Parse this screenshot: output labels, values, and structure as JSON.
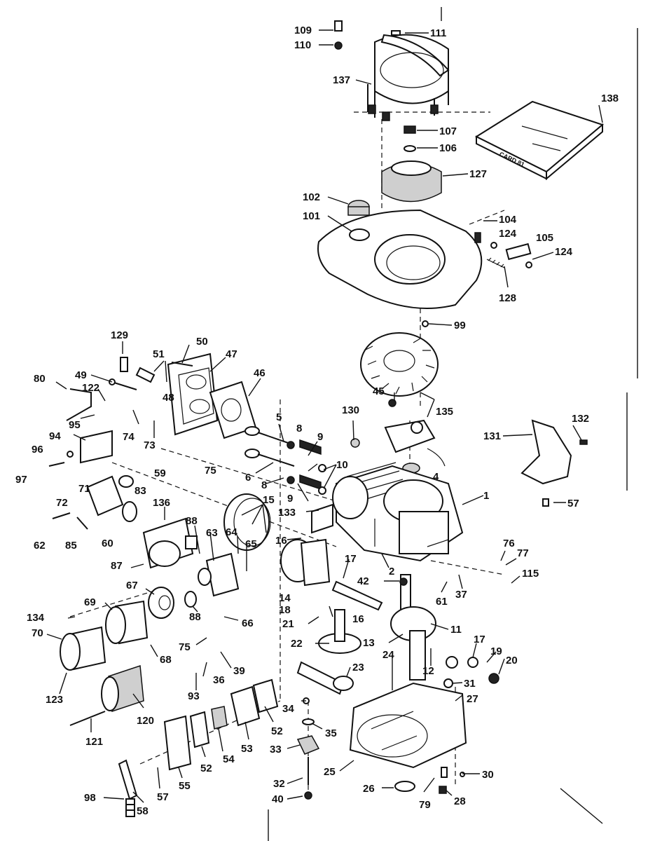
{
  "callouts": [
    {
      "id": "c109",
      "text": "109"
    },
    {
      "id": "c110",
      "text": "110"
    },
    {
      "id": "c111",
      "text": "111"
    },
    {
      "id": "c137",
      "text": "137"
    },
    {
      "id": "c138",
      "text": "138"
    },
    {
      "id": "c107",
      "text": "107"
    },
    {
      "id": "c106",
      "text": "106"
    },
    {
      "id": "c127",
      "text": "127"
    },
    {
      "id": "c102",
      "text": "102"
    },
    {
      "id": "c101",
      "text": "101"
    },
    {
      "id": "c104",
      "text": "104"
    },
    {
      "id": "c124a",
      "text": "124"
    },
    {
      "id": "c105",
      "text": "105"
    },
    {
      "id": "c124b",
      "text": "124"
    },
    {
      "id": "c128",
      "text": "128"
    },
    {
      "id": "c99",
      "text": "99"
    },
    {
      "id": "c129",
      "text": "129"
    },
    {
      "id": "c50",
      "text": "50"
    },
    {
      "id": "c51",
      "text": "51"
    },
    {
      "id": "c47",
      "text": "47"
    },
    {
      "id": "c46",
      "text": "46"
    },
    {
      "id": "c49",
      "text": "49"
    },
    {
      "id": "c48",
      "text": "48"
    },
    {
      "id": "c80",
      "text": "80"
    },
    {
      "id": "c122",
      "text": "122"
    },
    {
      "id": "c95",
      "text": "95"
    },
    {
      "id": "c74",
      "text": "74"
    },
    {
      "id": "c73",
      "text": "73"
    },
    {
      "id": "c94",
      "text": "94"
    },
    {
      "id": "c96",
      "text": "96"
    },
    {
      "id": "c97",
      "text": "97"
    },
    {
      "id": "c45",
      "text": "45"
    },
    {
      "id": "c135",
      "text": "135"
    },
    {
      "id": "c130",
      "text": "130"
    },
    {
      "id": "c5",
      "text": "5"
    },
    {
      "id": "c8a",
      "text": "8"
    },
    {
      "id": "c9a",
      "text": "9"
    },
    {
      "id": "c10",
      "text": "10"
    },
    {
      "id": "c6",
      "text": "6"
    },
    {
      "id": "c8b",
      "text": "8"
    },
    {
      "id": "c9b",
      "text": "9"
    },
    {
      "id": "c59",
      "text": "59"
    },
    {
      "id": "c75a",
      "text": "75"
    },
    {
      "id": "c72",
      "text": "72"
    },
    {
      "id": "c71",
      "text": "71"
    },
    {
      "id": "c83",
      "text": "83"
    },
    {
      "id": "c64",
      "text": "64"
    },
    {
      "id": "c15",
      "text": "15"
    },
    {
      "id": "c133",
      "text": "133"
    },
    {
      "id": "c4",
      "text": "4"
    },
    {
      "id": "c132",
      "text": "132"
    },
    {
      "id": "c131",
      "text": "131"
    },
    {
      "id": "c57a",
      "text": "57"
    },
    {
      "id": "c1",
      "text": "1"
    },
    {
      "id": "c136",
      "text": "136"
    },
    {
      "id": "c62",
      "text": "62"
    },
    {
      "id": "c85",
      "text": "85"
    },
    {
      "id": "c60",
      "text": "60"
    },
    {
      "id": "c88a",
      "text": "88"
    },
    {
      "id": "c63",
      "text": "63"
    },
    {
      "id": "c16a",
      "text": "16"
    },
    {
      "id": "c65",
      "text": "65"
    },
    {
      "id": "c87",
      "text": "87"
    },
    {
      "id": "c67",
      "text": "67"
    },
    {
      "id": "c69",
      "text": "69"
    },
    {
      "id": "c88b",
      "text": "88"
    },
    {
      "id": "c14",
      "text": "14"
    },
    {
      "id": "c18",
      "text": "18"
    },
    {
      "id": "c17a",
      "text": "17"
    },
    {
      "id": "c2",
      "text": "2"
    },
    {
      "id": "c76",
      "text": "76"
    },
    {
      "id": "c77",
      "text": "77"
    },
    {
      "id": "c115",
      "text": "115"
    },
    {
      "id": "c42",
      "text": "42"
    },
    {
      "id": "c61",
      "text": "61"
    },
    {
      "id": "c37",
      "text": "37"
    },
    {
      "id": "c134",
      "text": "134"
    },
    {
      "id": "c70",
      "text": "70"
    },
    {
      "id": "c66",
      "text": "66"
    },
    {
      "id": "c16b",
      "text": "16"
    },
    {
      "id": "c21",
      "text": "21"
    },
    {
      "id": "c11",
      "text": "11"
    },
    {
      "id": "c75b",
      "text": "75"
    },
    {
      "id": "c68",
      "text": "68"
    },
    {
      "id": "c22",
      "text": "22"
    },
    {
      "id": "c13",
      "text": "13"
    },
    {
      "id": "c17b",
      "text": "17"
    },
    {
      "id": "c19",
      "text": "19"
    },
    {
      "id": "c20",
      "text": "20"
    },
    {
      "id": "c24",
      "text": "24"
    },
    {
      "id": "c39",
      "text": "39"
    },
    {
      "id": "c12",
      "text": "12"
    },
    {
      "id": "c31",
      "text": "31"
    },
    {
      "id": "c36",
      "text": "36"
    },
    {
      "id": "c23",
      "text": "23"
    },
    {
      "id": "c27",
      "text": "27"
    },
    {
      "id": "c123",
      "text": "123"
    },
    {
      "id": "c93",
      "text": "93"
    },
    {
      "id": "c120",
      "text": "120"
    },
    {
      "id": "c34",
      "text": "34"
    },
    {
      "id": "c52a",
      "text": "52"
    },
    {
      "id": "c35",
      "text": "35"
    },
    {
      "id": "c121",
      "text": "121"
    },
    {
      "id": "c53",
      "text": "53"
    },
    {
      "id": "c33",
      "text": "33"
    },
    {
      "id": "c54",
      "text": "54"
    },
    {
      "id": "c30",
      "text": "30"
    },
    {
      "id": "c25",
      "text": "25"
    },
    {
      "id": "c32",
      "text": "32"
    },
    {
      "id": "c55",
      "text": "55"
    },
    {
      "id": "c52b",
      "text": "52"
    },
    {
      "id": "c57b",
      "text": "57"
    },
    {
      "id": "c26",
      "text": "26"
    },
    {
      "id": "c79",
      "text": "79"
    },
    {
      "id": "c98",
      "text": "98"
    },
    {
      "id": "c58",
      "text": "58"
    },
    {
      "id": "c40",
      "text": "40"
    },
    {
      "id": "c28",
      "text": "28"
    }
  ],
  "manual_label": "CARD 81"
}
